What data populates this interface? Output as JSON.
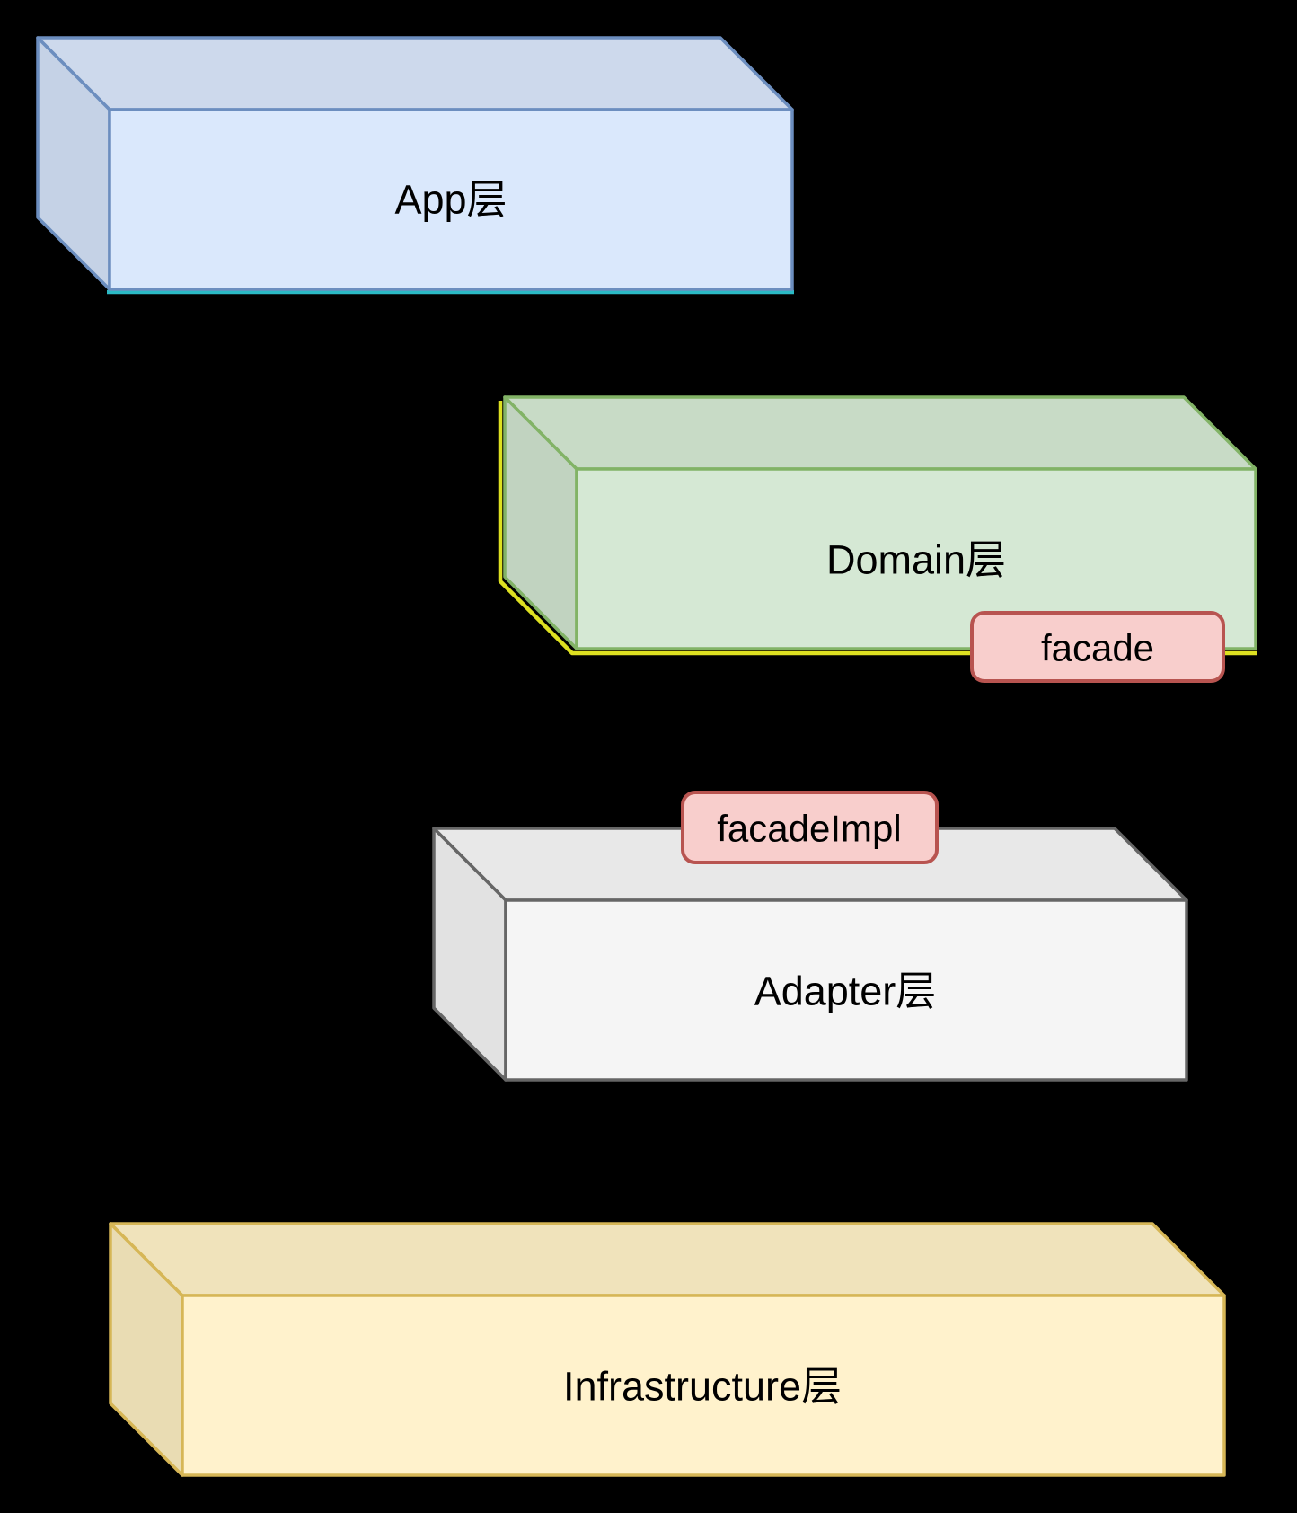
{
  "background_color": "#000000",
  "diagram": {
    "text_color": "#000000",
    "layers": [
      {
        "id": "app",
        "label": "App层",
        "front_fill": "#dae8fc",
        "top_fill": "#cdd9ec",
        "left_fill": "#c5d2e6",
        "stroke": "#6c8ebf",
        "accent_color": "#2bbac5"
      },
      {
        "id": "domain",
        "label": "Domain层",
        "front_fill": "#d5e8d4",
        "top_fill": "#c8dbc6",
        "left_fill": "#c1d3c0",
        "stroke": "#82b366",
        "accent_color": "#dde021"
      },
      {
        "id": "adapter",
        "label": "Adapter层",
        "front_fill": "#f5f5f5",
        "top_fill": "#e8e8e8",
        "left_fill": "#e2e2e2",
        "stroke": "#666666"
      },
      {
        "id": "infrastructure",
        "label": "Infrastructure层",
        "front_fill": "#fff2cc",
        "top_fill": "#f0e3bb",
        "left_fill": "#e9dcb3",
        "stroke": "#d6b656"
      }
    ],
    "badges": [
      {
        "id": "facade",
        "label": "facade",
        "fill": "#f8cecc",
        "stroke": "#b85450"
      },
      {
        "id": "facadeImpl",
        "label": "facadeImpl",
        "fill": "#f8cecc",
        "stroke": "#b85450"
      }
    ]
  }
}
